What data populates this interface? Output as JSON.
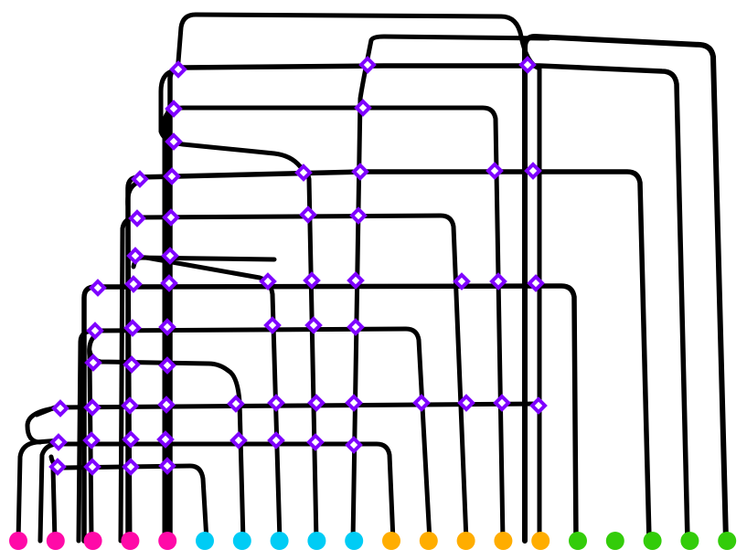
{
  "diagram": {
    "background": "#ffffff",
    "wire_color": "#000000",
    "node_style": {
      "fill": "#ffffff",
      "stroke": "#7f00ff"
    },
    "terminal_groups": [
      {
        "name": "magenta",
        "color": "#ff0aa8",
        "count": 5
      },
      {
        "name": "cyan",
        "color": "#00ccf5",
        "count": 5
      },
      {
        "name": "orange",
        "color": "#ffad00",
        "count": 5
      },
      {
        "name": "green",
        "color": "#33cc0a",
        "count": 5
      }
    ]
  }
}
